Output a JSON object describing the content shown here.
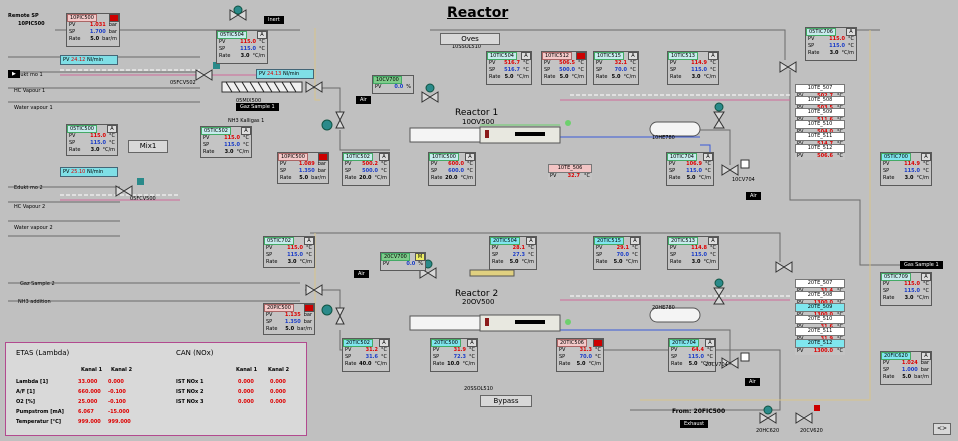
{
  "title": "Reactor",
  "remote_sp": {
    "line1": "Remote SP",
    "line2": "10PIC500"
  },
  "faceplates": [
    {
      "tag": "10PIC500",
      "mode": "",
      "pv": "1.031",
      "pv_u": "bar",
      "sp": "1.700",
      "sp_u": "bar",
      "rate": "5.0",
      "rate_u": "bar/m"
    },
    {
      "tag": "05TIC500",
      "mode": "A",
      "pv": "115.0",
      "pv_u": "°C",
      "sp": "115.0",
      "sp_u": "°C",
      "rate": "3.0",
      "rate_u": "°C/m"
    },
    {
      "tag": "05TIC504",
      "mode": "A",
      "pv": "115.0",
      "pv_u": "°C",
      "sp": "115.0",
      "sp_u": "°C",
      "rate": "3.0",
      "rate_u": "°C/m"
    },
    {
      "tag": "05TIC502",
      "mode": "A",
      "pv": "115.0",
      "pv_u": "°C",
      "sp": "115.0",
      "sp_u": "°C",
      "rate": "3.0",
      "rate_u": "°C/m"
    },
    {
      "tag": "10TIC504",
      "mode": "A",
      "pv": "516.7",
      "pv_u": "°C",
      "sp": "516.7",
      "sp_u": "°C",
      "rate": "5.0",
      "rate_u": "°C/m"
    },
    {
      "tag": "10TIC512",
      "mode": "",
      "pv": "506.5",
      "pv_u": "°C",
      "sp": "500.0",
      "sp_u": "°C",
      "rate": "5.0",
      "rate_u": "°C/m"
    },
    {
      "tag": "10TIC515",
      "mode": "A",
      "pv": "32.1",
      "pv_u": "°C",
      "sp": "70.0",
      "sp_u": "°C",
      "rate": "5.0",
      "rate_u": "°C/m"
    },
    {
      "tag": "10TIC513",
      "mode": "A",
      "pv": "114.9",
      "pv_u": "°C",
      "sp": "115.0",
      "sp_u": "°C",
      "rate": "3.0",
      "rate_u": "°C/m"
    },
    {
      "tag": "05TIC706",
      "mode": "A",
      "pv": "115.0",
      "pv_u": "°C",
      "sp": "115.0",
      "sp_u": "°C",
      "rate": "3.0",
      "rate_u": "°C/m"
    },
    {
      "tag": "10PIC500",
      "mode": "",
      "pv": "1.089",
      "pv_u": "bar",
      "sp": "1.350",
      "sp_u": "bar",
      "rate": "5.0",
      "rate_u": "bar/m"
    },
    {
      "tag": "10TIC502",
      "mode": "A",
      "pv": "500.2",
      "pv_u": "°C",
      "sp": "500.0",
      "sp_u": "°C",
      "rate": "20.0",
      "rate_u": "°C/m"
    },
    {
      "tag": "10TIC500",
      "mode": "A",
      "pv": "600.0",
      "pv_u": "°C",
      "sp": "600.0",
      "sp_u": "°C",
      "rate": "20.0",
      "rate_u": "°C/m"
    },
    {
      "tag": "10TIC704",
      "mode": "A",
      "pv": "106.9",
      "pv_u": "°C",
      "sp": "115.0",
      "sp_u": "°C",
      "rate": "5.0",
      "rate_u": "°C/m"
    },
    {
      "tag": "05TIC700",
      "mode": "A",
      "pv": "114.9",
      "pv_u": "°C",
      "sp": "115.0",
      "sp_u": "°C",
      "rate": "3.0",
      "rate_u": "°C/m"
    },
    {
      "tag": "05TIC702",
      "mode": "A",
      "pv": "115.0",
      "pv_u": "°C",
      "sp": "115.0",
      "sp_u": "°C",
      "rate": "3.0",
      "rate_u": "°C/m"
    },
    {
      "tag": "20TIC504",
      "mode": "A",
      "pv": "28.1",
      "pv_u": "°C",
      "sp": "27.3",
      "sp_u": "°C",
      "rate": "5.0",
      "rate_u": "°C/m"
    },
    {
      "tag": "20TIC515",
      "mode": "A",
      "pv": "29.1",
      "pv_u": "°C",
      "sp": "70.0",
      "sp_u": "°C",
      "rate": "5.0",
      "rate_u": "°C/m"
    },
    {
      "tag": "20TIC513",
      "mode": "A",
      "pv": "114.8",
      "pv_u": "°C",
      "sp": "115.0",
      "sp_u": "°C",
      "rate": "3.0",
      "rate_u": "°C/m"
    },
    {
      "tag": "05TIC709",
      "mode": "A",
      "pv": "115.0",
      "pv_u": "°C",
      "sp": "115.0",
      "sp_u": "°C",
      "rate": "3.0",
      "rate_u": "°C/m"
    },
    {
      "tag": "20PIC500",
      "mode": "",
      "pv": "1.135",
      "pv_u": "bar",
      "sp": "1.350",
      "sp_u": "bar",
      "rate": "5.0",
      "rate_u": "bar/m"
    },
    {
      "tag": "20TIC502",
      "mode": "A",
      "pv": "31.2",
      "pv_u": "°C",
      "sp": "31.6",
      "sp_u": "°C",
      "rate": "40.0",
      "rate_u": "°C/m"
    },
    {
      "tag": "20TIC500",
      "mode": "A",
      "pv": "31.9",
      "pv_u": "°C",
      "sp": "72.3",
      "sp_u": "°C",
      "rate": "10.0",
      "rate_u": "°C/m"
    },
    {
      "tag": "20TIC506",
      "mode": "",
      "pv": "31.3",
      "pv_u": "°C",
      "sp": "70.0",
      "sp_u": "°C",
      "rate": "5.0",
      "rate_u": "°C/m"
    },
    {
      "tag": "20TIC704",
      "mode": "A",
      "pv": "64.4",
      "pv_u": "°C",
      "sp": "115.0",
      "sp_u": "°C",
      "rate": "5.0",
      "rate_u": "°C/m"
    },
    {
      "tag": "20FIC620",
      "mode": "A",
      "pv": "1.024",
      "pv_u": "bar",
      "sp": "1.000",
      "sp_u": "bar",
      "rate": "5.0",
      "rate_u": "bar/m"
    }
  ],
  "te_top": [
    {
      "tag": "10TE_507",
      "pv": "502.7",
      "u": "°C"
    },
    {
      "tag": "10TE_508",
      "pv": "503.5",
      "u": "°C"
    },
    {
      "tag": "10TE_509",
      "pv": "511.6",
      "u": "°C"
    },
    {
      "tag": "10TE_510",
      "pv": "504.0",
      "u": "°C"
    },
    {
      "tag": "10TE_511",
      "pv": "514.7",
      "u": "°C"
    },
    {
      "tag": "10TE_512",
      "pv": "506.6",
      "u": "°C"
    }
  ],
  "te_bot": [
    {
      "tag": "20TE_507",
      "pv": "31.4",
      "u": "°C"
    },
    {
      "tag": "20TE_508",
      "pv": "1300.0",
      "u": "°C"
    },
    {
      "tag": "20TE_509",
      "pv": "1300.0",
      "u": "°C"
    },
    {
      "tag": "20TE_510",
      "pv": "31.6",
      "u": "°C"
    },
    {
      "tag": "20TE_511",
      "pv": "31.9",
      "u": "°C"
    },
    {
      "tag": "20TE_512",
      "pv": "1300.0",
      "u": "°C"
    }
  ],
  "te506": {
    "tag": "10TE_506",
    "pv": "32.7",
    "u": "°C"
  },
  "pv_boxes": {
    "a": {
      "l": "PV",
      "pv": "24.12",
      "u": "Nl/min"
    },
    "b": {
      "l": "PV",
      "pv": "24.13",
      "u": "Nl/min"
    },
    "c": {
      "l": "PV",
      "pv": "25.10",
      "u": "Nl/min"
    }
  },
  "cv700": {
    "tag": "10CV700",
    "l": "PV",
    "v": "0.0",
    "u": "%"
  },
  "cv20": {
    "tag": "20CV700",
    "l": "PV",
    "v": "0.0",
    "u": "%"
  },
  "labels": {
    "educt1": "Edukt mo 1",
    "hcvap1": "HC Vapour 1",
    "water1": "Water vapour 1",
    "educt2": "Edukt mo 2",
    "hcvap2": "HC Vapour 2",
    "water2": "Water vapour 2",
    "gas2": "Gaz Sample 2",
    "nh3": "NH3 addition",
    "gas1": "Gas Sample 1",
    "gaz1": "Gaz Sample 1",
    "nh3k": "NH3 Kalligas 1",
    "inert": "Inert",
    "air1": "Air",
    "air2": "Air",
    "air3": "Air",
    "air4": "Air",
    "exhaust": "Exhaust",
    "mix1": "Mix1",
    "oves": "Oves",
    "bypass": "Bypass",
    "ss510": "10SSOL510",
    "ss520": "20SSOL510",
    "reactor1": "Reactor 1",
    "reactor1b": "10OV500",
    "reactor2": "Reactor 2",
    "reactor2b": "20OV500",
    "mixer": "05MIX500",
    "from": "From: 20FIC500",
    "cv500": "05FCV500",
    "cv502": "05FCV502",
    "hx1": "10HE780",
    "hx2": "20HE780",
    "cv704": "10CV704",
    "cv704b": "20CV704",
    "cv620": "20CV620",
    "cv620b": "20HC620",
    "btn": "<>"
  },
  "panel": {
    "etas": "ETAS (Lambda)",
    "can": "CAN (NOx)",
    "k1": "Kanal 1",
    "k2": "Kanal 2",
    "rows": [
      {
        "l": "Lambda [1]",
        "a": "33.000",
        "b": "0.000"
      },
      {
        "l": "A/F [1]",
        "a": "660.000",
        "b": "-0.100"
      },
      {
        "l": "O2 [%]",
        "a": "25.000",
        "b": "-0.100"
      },
      {
        "l": "Pumpstrom [mA]",
        "a": "6.067",
        "b": "-15.000"
      },
      {
        "l": "Temperatur [°C]",
        "a": "999.000",
        "b": "999.000"
      }
    ],
    "nox": [
      {
        "l": "IST NOx 1",
        "a": "0.000",
        "b": "0.000"
      },
      {
        "l": "IST NOx 2",
        "a": "0.000",
        "b": "0.000"
      },
      {
        "l": "IST NOx 3",
        "a": "0.000",
        "b": "0.000"
      }
    ]
  },
  "colors": {
    "bg": "#c0c0c0",
    "pv": "#d00000",
    "sp": "#1a3cc8",
    "tag": "#7fe6ee"
  }
}
